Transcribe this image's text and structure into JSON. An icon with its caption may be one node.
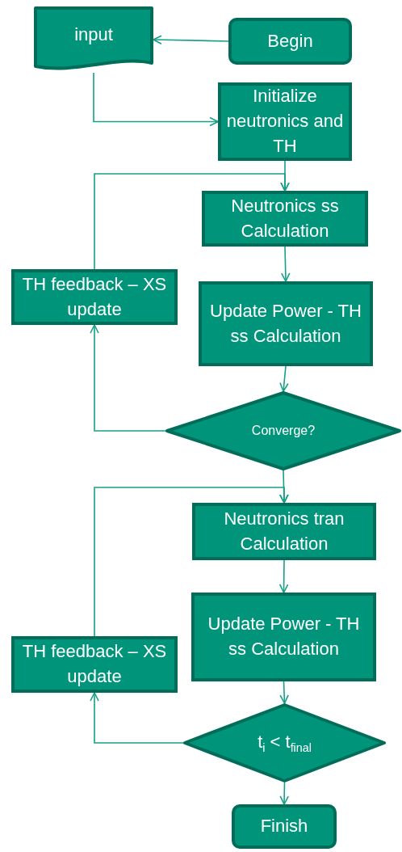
{
  "diagram": {
    "nodes": [
      {
        "text": [
          "input"
        ]
      },
      {
        "text": [
          "Begin"
        ]
      },
      {
        "text": [
          "Initialize neutronics and TH"
        ]
      },
      {
        "text": [
          "Neutronics ss Calculation"
        ]
      },
      {
        "text": [
          "TH feedback – XS update"
        ]
      },
      {
        "text": [
          "Update Power - TH ss Calculation"
        ]
      },
      {
        "text": [
          "Converge?"
        ]
      },
      {
        "text": [
          "Neutronics tran Calculation"
        ]
      },
      {
        "text": [
          "Update Power - TH ss Calculation"
        ]
      },
      {
        "text": [
          "TH feedback – XS update"
        ]
      },
      {
        "text": [
          "t$_{i}$ < t$_{final}$"
        ]
      },
      {
        "text": [
          "Finish"
        ]
      }
    ],
    "edges": [
      {
        "from": 1,
        "to": 0,
        "arrow": "to"
      },
      {
        "from": 0,
        "to": 2,
        "arrow": "to"
      },
      {
        "from": 2,
        "to": 3,
        "arrow": "to"
      },
      {
        "from": 4,
        "to": 3,
        "arrow": "to"
      },
      {
        "from": 3,
        "to": 5,
        "arrow": "to"
      },
      {
        "from": 5,
        "to": 6,
        "arrow": "to"
      },
      {
        "from": 6,
        "to": 4,
        "arrow": "to"
      },
      {
        "from": 6,
        "to": 7,
        "arrow": "to"
      },
      {
        "from": 9,
        "to": 7,
        "arrow": "to"
      },
      {
        "from": 7,
        "to": 8,
        "arrow": "to"
      },
      {
        "from": 8,
        "to": 10,
        "arrow": "to"
      },
      {
        "from": 10,
        "to": 9,
        "arrow": "to"
      },
      {
        "from": 10,
        "to": 11,
        "arrow": "to"
      }
    ]
  }
}
